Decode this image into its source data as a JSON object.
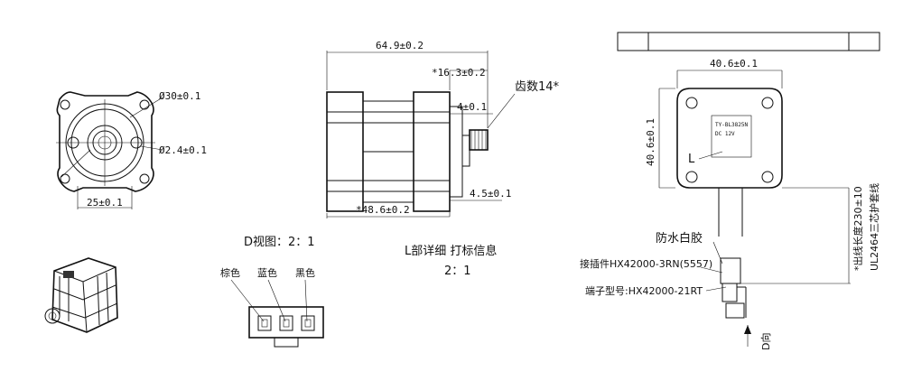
{
  "front_view": {
    "dim_outer_dia": "Ø30±0.1",
    "dim_hole_dia": "Ø2.4±0.1",
    "dim_hole_spacing": "25±0.1"
  },
  "side_view": {
    "dim_total_length": "64.9±0.2",
    "dim_shaft_length": "*16.3±0.2",
    "dim_gear_dia": "4±0.1",
    "dim_teeth": "齿数14*",
    "dim_flange": "4.5±0.1",
    "dim_body_length": "*48.6±0.2"
  },
  "connector_view": {
    "title": "D视图：2：1",
    "wire_brown": "棕色",
    "wire_blue": "蓝色",
    "wire_black": "黑色"
  },
  "label_note": {
    "line1": "L部详细 打标信息",
    "line2": "2：1"
  },
  "right_view": {
    "dim_width": "40.6±0.1",
    "dim_height": "40.6±0.1",
    "label_model": "TY-BL3825N",
    "label_voltage": "DC 12V",
    "label_L": "L",
    "glue": "防水白胶",
    "connector": "接插件HX42000-3RN(5557)",
    "terminal": "端子型号:HX42000-21RT",
    "cable_length": "*出线长度230±10",
    "cable_spec": "UL2464三芯护套线",
    "d_dir": "D向"
  }
}
